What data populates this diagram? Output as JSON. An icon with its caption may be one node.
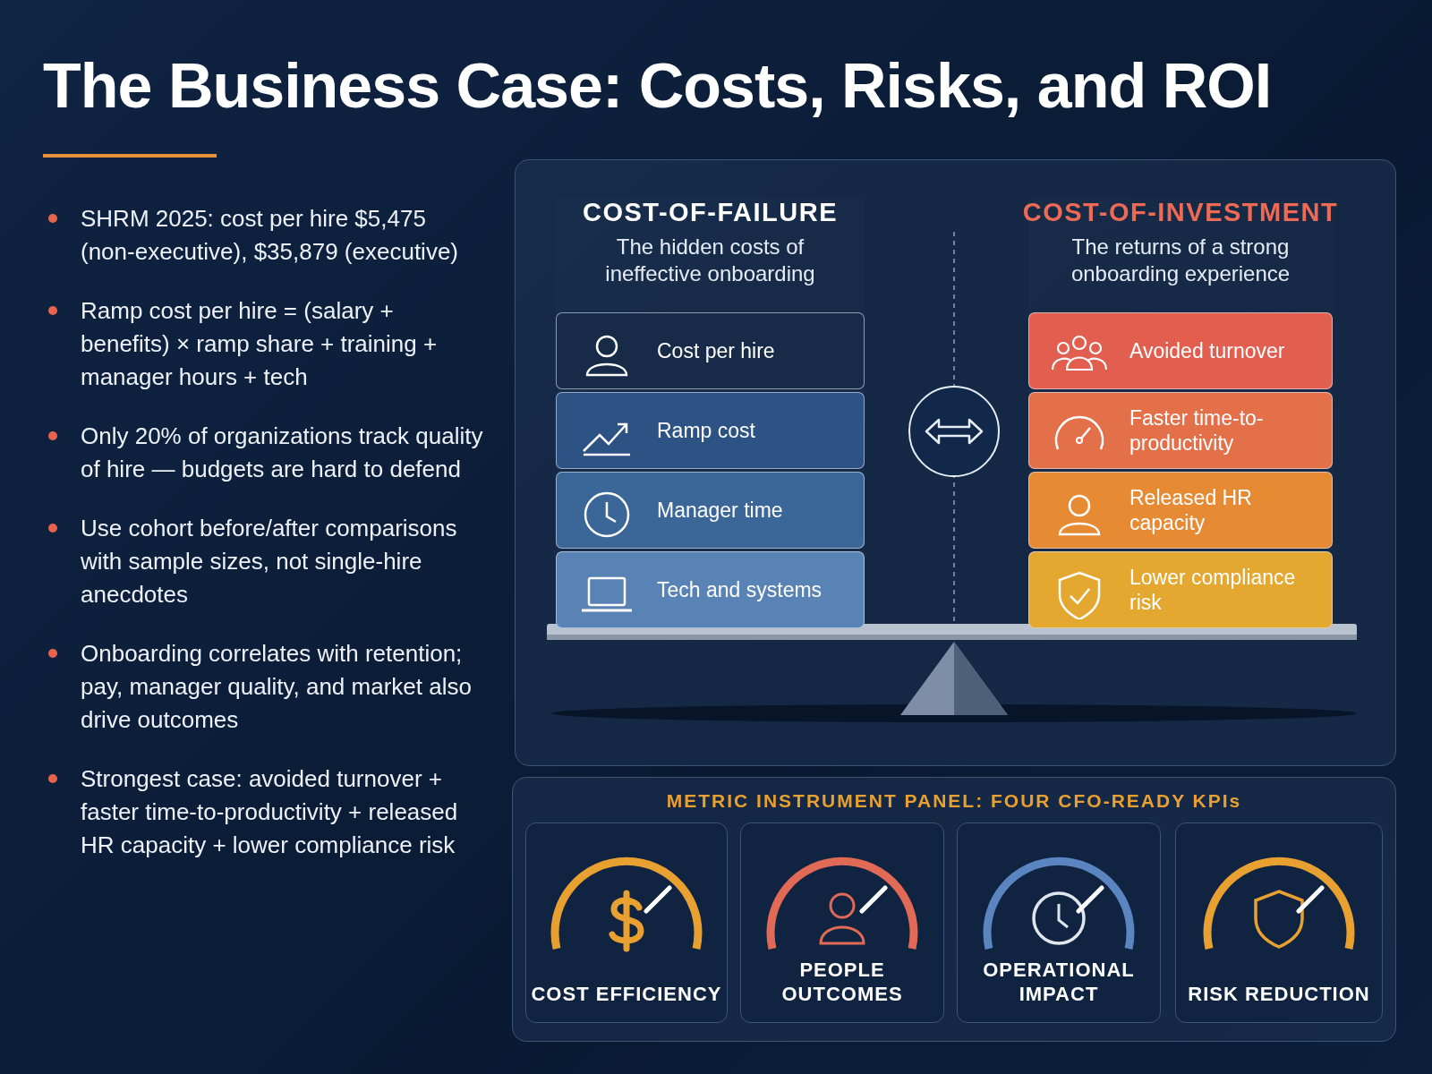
{
  "diagram": {
    "title": "The Business Case: Costs, Risks, and ROI",
    "nodes": [
      {
        "text": [
          "COST-OF-FAILURE",
          "The hidden costs of ineffective onboarding"
        ]
      },
      {
        "text": [
          "Cost per hire"
        ],
        "in": 0
      },
      {
        "text": [
          "Ramp cost"
        ],
        "in": 0
      },
      {
        "text": [
          "Manager time"
        ],
        "in": 0
      },
      {
        "text": [
          "Tech and systems"
        ],
        "in": 0
      },
      {
        "text": [
          "COST-OF-INVESTMENT",
          "The returns of a strong onboarding experience"
        ]
      },
      {
        "text": [
          "Avoided turnover"
        ],
        "in": 5
      },
      {
        "text": [
          "Faster time-to-productivity"
        ],
        "in": 5
      },
      {
        "text": [
          "Released HR capacity"
        ],
        "in": 5
      },
      {
        "text": [
          "Lower compliance risk"
        ],
        "in": 5
      },
      {
        "text": [
          "METRIC INSTRUMENT PANEL: FOUR CFO-READY KPIs"
        ]
      },
      {
        "text": [
          "COST EFFICIENCY"
        ],
        "in": 10
      },
      {
        "text": [
          "PEOPLE OUTCOMES"
        ],
        "in": 10
      },
      {
        "text": [
          "OPERATIONAL IMPACT"
        ],
        "in": 10
      },
      {
        "text": [
          "RISK REDUCTION"
        ],
        "in": 10
      }
    ],
    "edges": [],
    "labels": [
      "SHRM 2025: cost per hire $5,475 (non-executive), $35,879 (executive)",
      "Ramp cost per hire = (salary + benefits) × ramp share + training + manager hours + tech",
      "Only 20% of organizations track quality of hire — budgets are hard to defend",
      "Use cohort before/after comparisons with sample sizes, not single-hire anecdotes",
      "Onboarding correlates with retention; pay, manager quality, and market also drive outcomes",
      "Strongest case: avoided turnover + faster time-to-productivity + released HR capacity + lower compliance risk"
    ]
  }
}
